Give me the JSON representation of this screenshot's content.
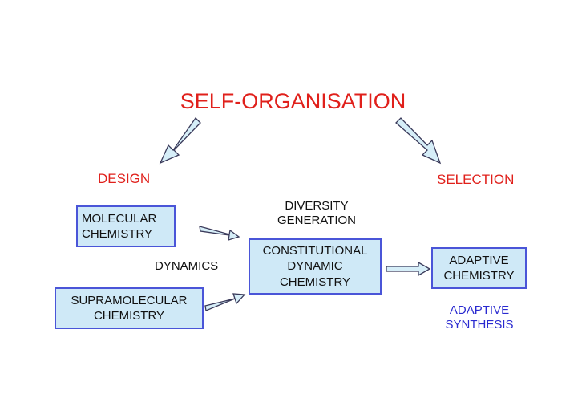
{
  "title": "SELF-ORGANISATION",
  "labels": {
    "design": "DESIGN",
    "selection": "SELECTION",
    "diversity_generation": "DIVERSITY\nGENERATION",
    "dynamics": "DYNAMICS",
    "adaptive_synthesis": "ADAPTIVE\nSYNTHESIS"
  },
  "boxes": {
    "molecular": "MOLECULAR\nCHEMISTRY",
    "supramolecular": "SUPRAMOLECULAR\nCHEMISTRY",
    "constitutional": "CONSTITUTIONAL\nDYNAMIC\nCHEMISTRY",
    "adaptive": "ADAPTIVE\nCHEMISTRY"
  },
  "colors": {
    "title": "#e0201b",
    "red_label": "#e0201b",
    "blue_label": "#2a2ad0",
    "box_fill": "#cfe9f7",
    "box_border": "#4a55d8",
    "arrow_fill": "#d6eef8",
    "arrow_stroke": "#3a3a5a"
  }
}
